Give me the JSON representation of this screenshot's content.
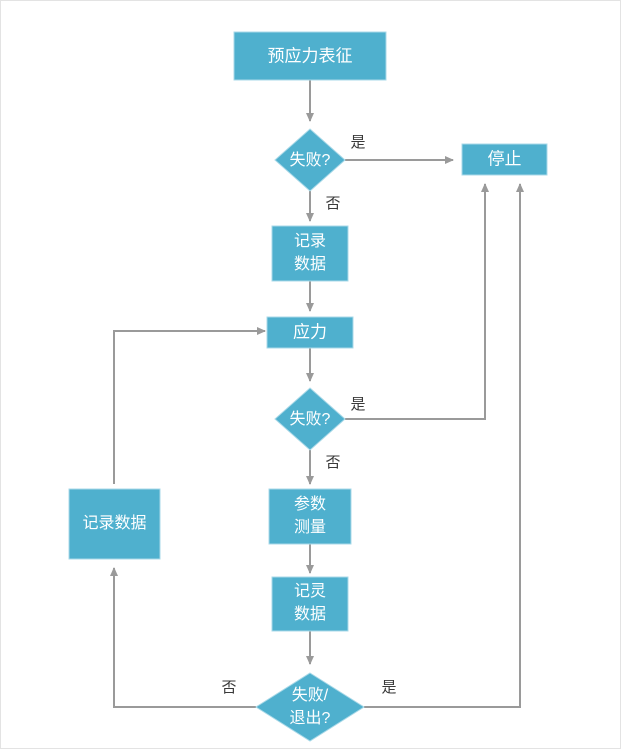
{
  "diagram": {
    "title": "",
    "colors": {
      "node_fill": "#4fb0ce",
      "node_stroke": "#a9d9e8",
      "node_text": "#ffffff",
      "connector": "#9a9a9a",
      "edge_label_text": "#3a3a3a",
      "canvas_background": "#ffffff",
      "canvas_border": "#e3e3e3"
    },
    "nodes": [
      {
        "id": "prestress",
        "type": "process",
        "label": "预应力表征",
        "lines": [
          "预应力表征"
        ]
      },
      {
        "id": "fail1",
        "type": "decision",
        "label": "失败?",
        "lines": [
          "失败?"
        ]
      },
      {
        "id": "stop",
        "type": "process",
        "label": "停止",
        "lines": [
          "停止"
        ]
      },
      {
        "id": "record1",
        "type": "process",
        "label": "记录数据",
        "lines": [
          "记录",
          "数据"
        ]
      },
      {
        "id": "stress",
        "type": "process",
        "label": "应力",
        "lines": [
          "应力"
        ]
      },
      {
        "id": "fail2",
        "type": "decision",
        "label": "失败?",
        "lines": [
          "失败?"
        ]
      },
      {
        "id": "param",
        "type": "process",
        "label": "参数测量",
        "lines": [
          "参数",
          "测量"
        ]
      },
      {
        "id": "record2",
        "type": "process",
        "label": "记灵数据",
        "lines": [
          "记灵",
          "数据"
        ]
      },
      {
        "id": "record3",
        "type": "process",
        "label": "记录数据",
        "lines": [
          "记录数据"
        ]
      },
      {
        "id": "failexit",
        "type": "decision",
        "label": "失败/退出?",
        "lines": [
          "失败/",
          "退出?"
        ]
      }
    ],
    "edge_labels": [
      {
        "id": "fail1-yes",
        "text": "是"
      },
      {
        "id": "fail1-no",
        "text": "否"
      },
      {
        "id": "fail2-yes",
        "text": "是"
      },
      {
        "id": "fail2-no",
        "text": "否"
      },
      {
        "id": "failexit-no",
        "text": "否"
      },
      {
        "id": "failexit-yes",
        "text": "是"
      }
    ]
  }
}
